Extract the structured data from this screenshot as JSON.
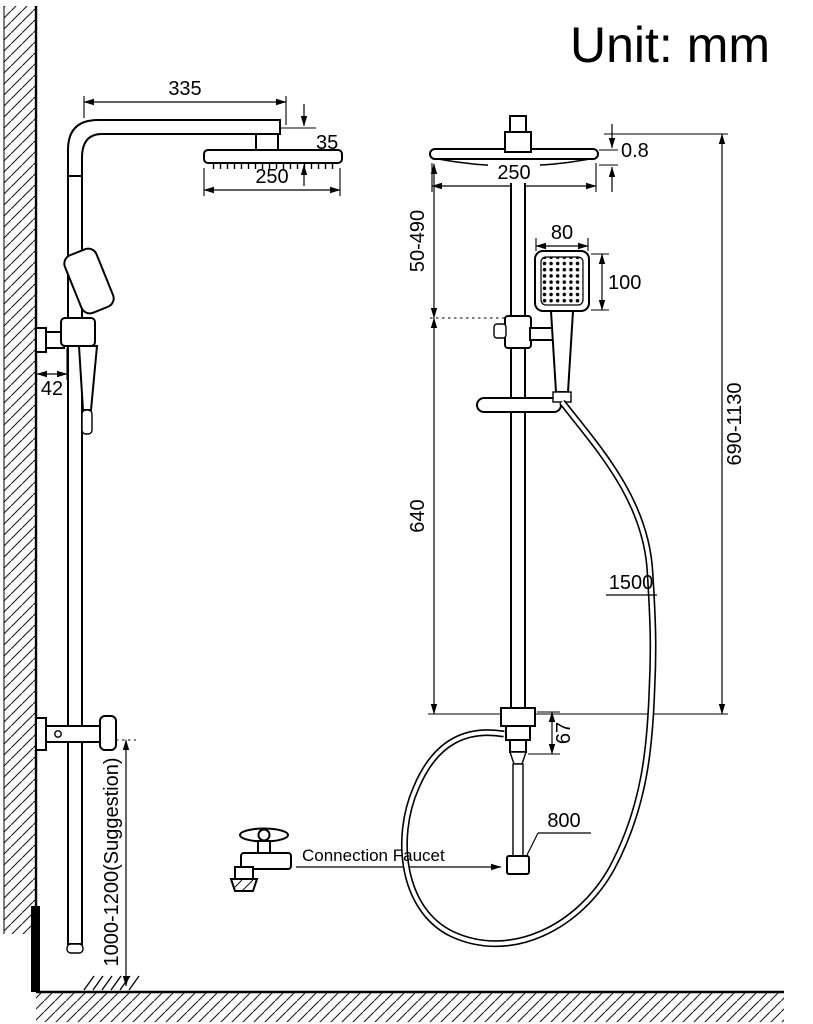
{
  "title": "Unit: mm",
  "left_view": {
    "arm_length": "335",
    "head_thickness": "35",
    "head_width": "250",
    "bracket_offset": "42",
    "install_height": "1000-1200(Suggestion)"
  },
  "right_view": {
    "head_thickness": "0.8",
    "head_width": "250",
    "upper_travel": "50-490",
    "hand_width": "80",
    "hand_height": "100",
    "column_range": "690-1130",
    "lower_section": "640",
    "hose_length": "1500",
    "diverter_height": "67",
    "inlet_hose_length": "800",
    "faucet_label": "Connection Faucet"
  }
}
